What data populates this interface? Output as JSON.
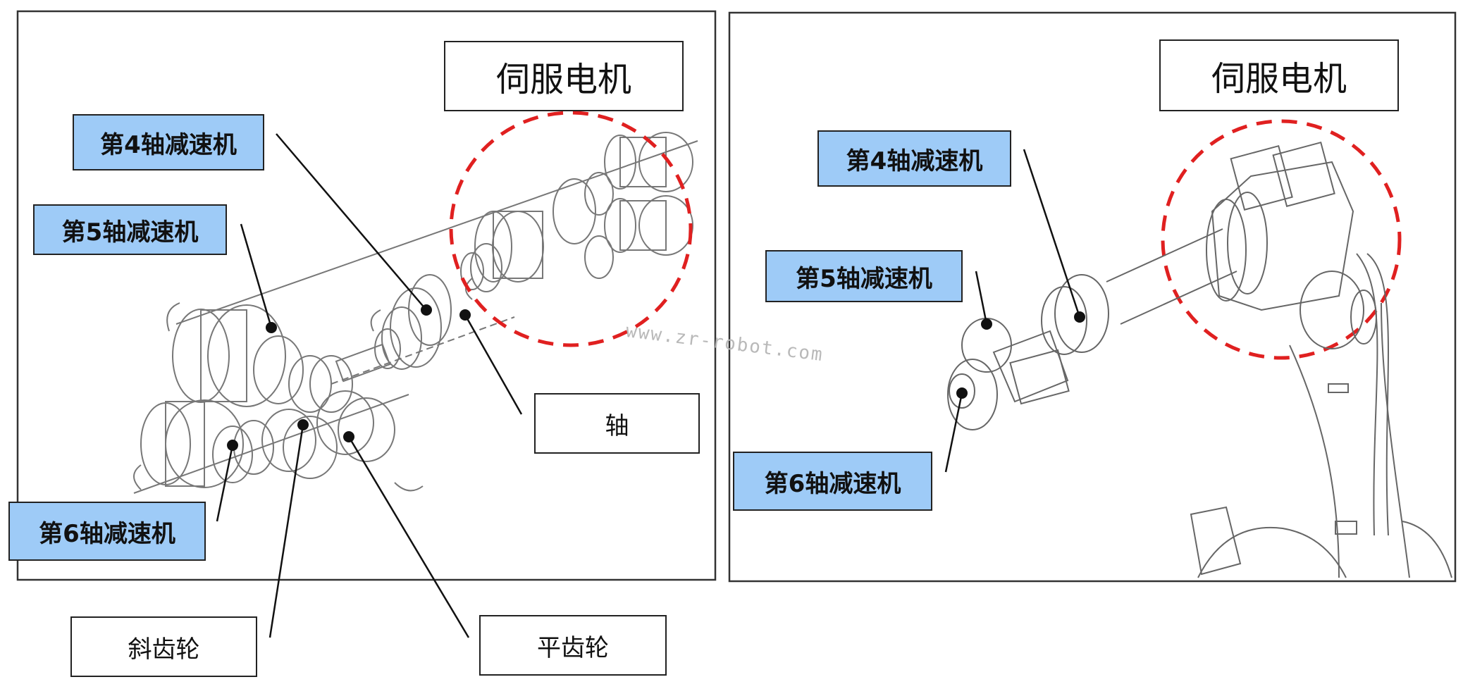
{
  "left_panel": {
    "motor_label": "伺服电机",
    "axis4_label": "第4轴减速机",
    "axis5_label": "第5轴减速机",
    "axis6_label": "第6轴减速机",
    "shaft_label": "轴",
    "helical_gear_label": "斜齿轮",
    "spur_gear_label": "平齿轮"
  },
  "right_panel": {
    "motor_label": "伺服电机",
    "axis4_label": "第4轴减速机",
    "axis5_label": "第5轴减速机",
    "axis6_label": "第6轴减速机"
  },
  "watermark": "www.zr-robot.com",
  "colors": {
    "label_fill": "#9ecbf7",
    "dashed_circle": "#e02020",
    "line": "#111111"
  }
}
